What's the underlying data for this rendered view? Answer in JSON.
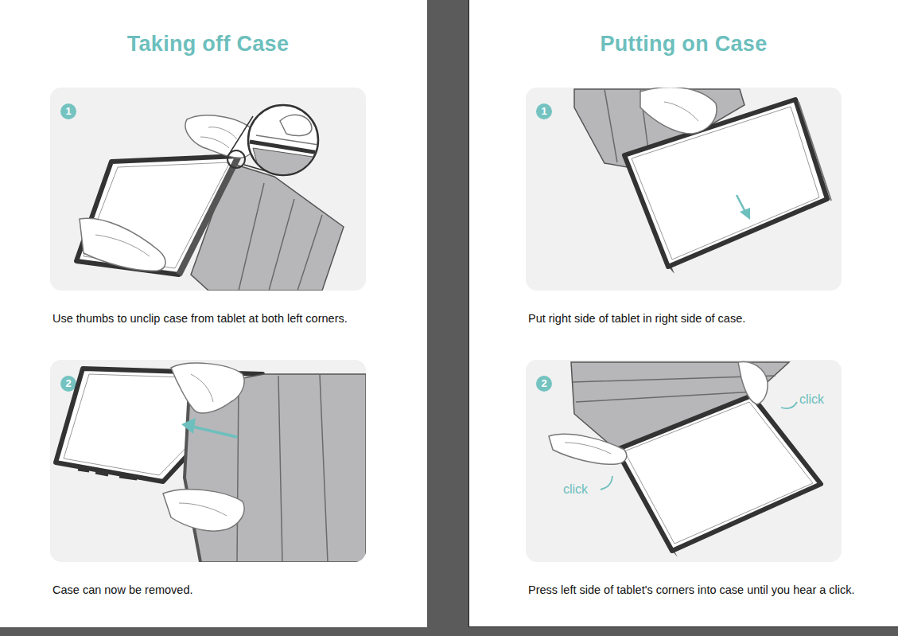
{
  "diagram": {
    "nodes": [
      {
        "text": [
          "Taking off Case"
        ]
      },
      {
        "text": [
          "Use thumbs to unclip case from tablet at both left corners."
        ],
        "in": 0
      },
      {
        "text": [
          "1"
        ],
        "in": 1
      },
      {
        "text": [
          "Case can now be removed."
        ],
        "in": 0
      },
      {
        "text": [
          "2"
        ],
        "in": 3
      },
      {
        "text": [
          "Putting on Case"
        ]
      },
      {
        "text": [
          "Put right side of tablet in right side of case."
        ],
        "in": 5
      },
      {
        "text": [
          "1"
        ],
        "in": 6
      },
      {
        "text": [
          "Press left side of tablet's corners into case until you hear a click."
        ],
        "in": 5
      },
      {
        "text": [
          "2"
        ],
        "in": 8
      }
    ],
    "labels": [
      "click",
      "click"
    ]
  }
}
